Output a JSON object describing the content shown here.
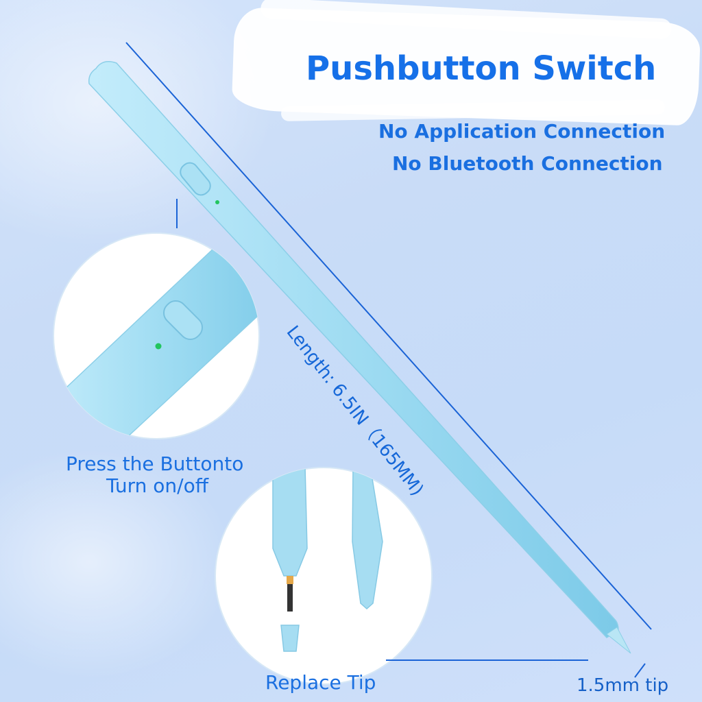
{
  "title": "Pushbutton Switch",
  "features": [
    "No Application Connection",
    "No Bluetooth Connection"
  ],
  "length_label": "Length: 6.5IN（165MM)",
  "callouts": {
    "press_line1": "Press the Buttonto",
    "press_line2": "Turn on/off",
    "replace_tip": "Replace Tip",
    "tip_size": "1.5mm tip"
  },
  "colors": {
    "text_blue": "#1a6fe0",
    "pen_body": "#9fdcf2",
    "indicator_led": "#22c55e"
  }
}
